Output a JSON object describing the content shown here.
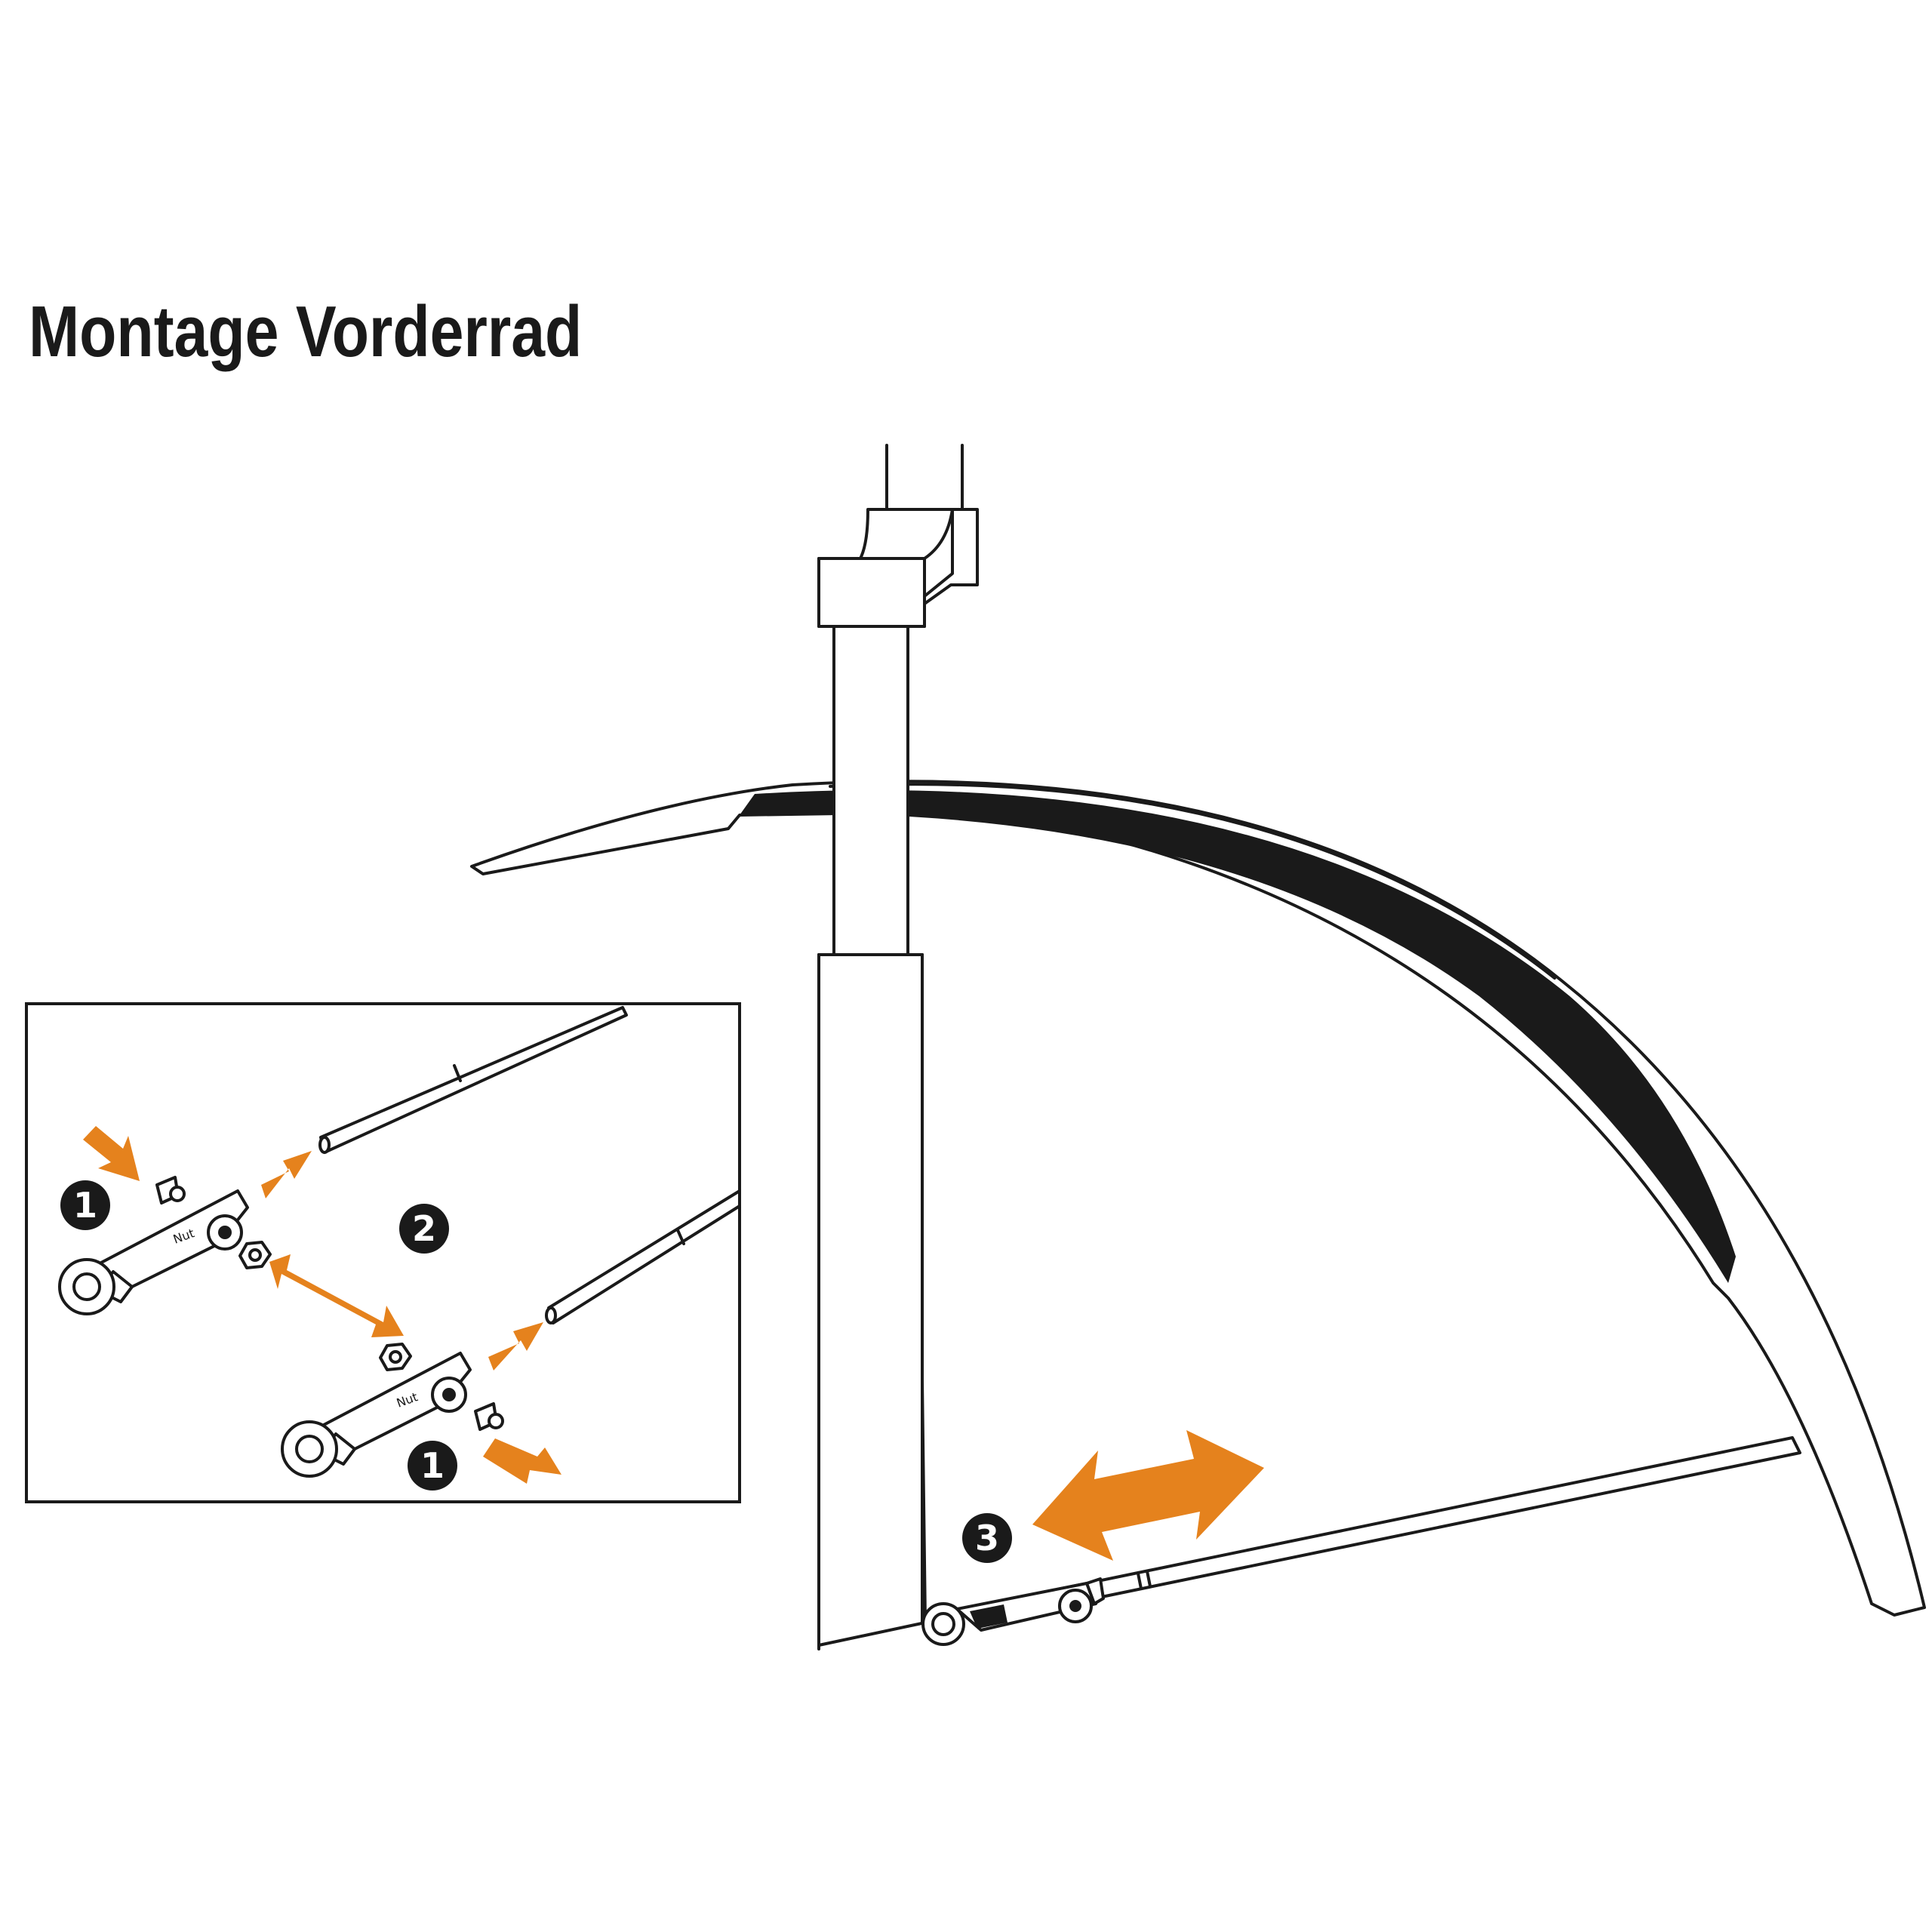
{
  "title": "Montage Vorderrad",
  "steps": [
    {
      "number": "1"
    },
    {
      "number": "2"
    },
    {
      "number": "1"
    },
    {
      "number": "3"
    }
  ],
  "colors": {
    "arrow": "#e5821d",
    "line": "#1a1a1a",
    "background": "#ffffff"
  },
  "icons": {
    "arrows": "orange-arrow-icon",
    "bolt": "bolt-icon",
    "nut": "hex-nut-icon"
  }
}
